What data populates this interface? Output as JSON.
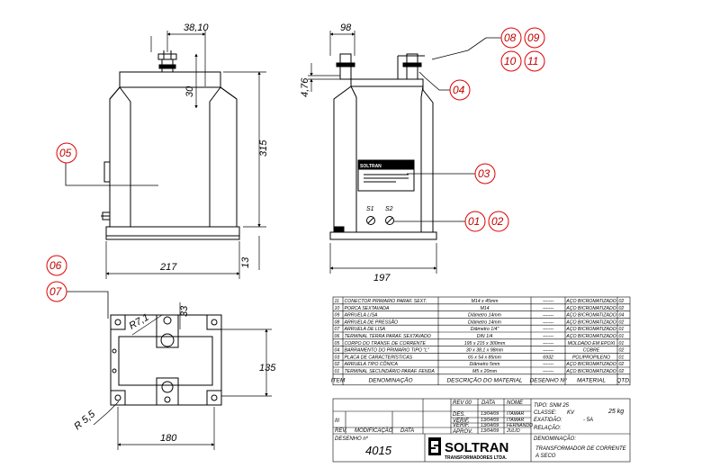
{
  "dimensions": {
    "front_width": "217",
    "front_height": "315",
    "front_terminal_offset": "38,10",
    "front_top": "30",
    "base_height": "13",
    "side_top": "98",
    "side_width": "197",
    "side_small": "4,76",
    "plan_depth": "135",
    "plan_width": "180",
    "radius_large": "R 5,5",
    "radius_small": "R7,1",
    "slot": "33"
  },
  "nameplate": {
    "brand": "SOLTRAN"
  },
  "terminals": {
    "s1": "S1",
    "s2": "S2"
  },
  "callouts": [
    "08",
    "09",
    "10",
    "11",
    "04",
    "05",
    "03",
    "01",
    "02",
    "06",
    "07"
  ],
  "parts_table": {
    "rows": [
      {
        "item": "11",
        "denom": "CONECTOR PRIMARIO PARAF. SEXT.",
        "desc": "M14 x 45mm",
        "drawing": "-------",
        "material": "AÇO BICROMATIZADO",
        "qty": "02"
      },
      {
        "item": "10",
        "denom": "PORCA SEXTAVADA",
        "desc": "M14",
        "drawing": "-------",
        "material": "AÇO BICROMATIZADO",
        "qty": "02"
      },
      {
        "item": "09",
        "denom": "ARRUELA LISA",
        "desc": "Diâmetro 14mm",
        "drawing": "-------",
        "material": "AÇO BICROMATIZADO",
        "qty": "04"
      },
      {
        "item": "08",
        "denom": "ARRUELA DE PRESSÃO",
        "desc": "Diâmetro 14mm",
        "drawing": "-------",
        "material": "AÇO BICROMATIZADO",
        "qty": "02"
      },
      {
        "item": "07",
        "denom": "ARRUELA DE LISA",
        "desc": "Diâmetro 1/4\"",
        "drawing": "-------",
        "material": "AÇO BICROMATIZADO",
        "qty": "01"
      },
      {
        "item": "06",
        "denom": "TERMINAL TERRA PARAF. SEXTAVADO",
        "desc": "DIN 1/4",
        "drawing": "-------",
        "material": "AÇO BICROMATIZADO",
        "qty": "01"
      },
      {
        "item": "05",
        "denom": "CORPO DO TRANSF. DE CORRENTE",
        "desc": "195 x 215 x 300mm",
        "drawing": "-------",
        "material": "MOLDADO EM EPOXI",
        "qty": "01"
      },
      {
        "item": "04",
        "denom": "BARRAMENTO DO PRIMARIO TIPO \"L\"",
        "desc": "30 x 38,1 x 98mm",
        "drawing": "-------",
        "material": "COBRE",
        "qty": "02"
      },
      {
        "item": "03",
        "denom": "PLACA DE CARACTERÍSTICAS",
        "desc": "65 x 54 x 85mm",
        "drawing": "6932",
        "material": "POLIPROPILENO",
        "qty": "01"
      },
      {
        "item": "02",
        "denom": "ARRUELA TIPO CÔNICA",
        "desc": "Diâmetro 5mm",
        "drawing": "-------",
        "material": "AÇO BICROMATIZADO",
        "qty": "02"
      },
      {
        "item": "01",
        "denom": "TERMINAL SECUNDÁRIO PARAF. FENDA",
        "desc": "M5 x 20mm",
        "drawing": "-------",
        "material": "AÇO BICROMATIZADO",
        "qty": "02"
      }
    ],
    "headers": {
      "item": "ITEM",
      "denom": "DENOMINAÇÃO",
      "desc": "DESCRIÇÃO DO MATERIAL",
      "drawing": "DESENHO Nº",
      "material": "MATERIAL",
      "qty": "QTD."
    }
  },
  "title_block": {
    "rev_label": "REV 00",
    "data_label": "DATA",
    "nome_label": "NOME",
    "des_label": "DES.",
    "des_date": "13/04/09",
    "des_name": "ITAMAR",
    "verif_label": "VERIF.",
    "verif_date": "13/04/09",
    "verif_name": "ITAMAR",
    "verif_row": "VERIF.",
    "verif2_date": "13/04/09",
    "verif2_name": "FERNANDO",
    "aprov_label": "APROV.",
    "aprov_date": "13/04/09",
    "aprov_name": "JULIO",
    "rev_col": "REV.",
    "modif_col": "MODIFICAÇÃO",
    "data_col": "DATA",
    "rev_mark": "III",
    "tipo_label": "TIPO: SNM 25",
    "classe_label": "CLASSE:",
    "classe_value": "KV",
    "weight": "25 kg",
    "exatidao_label": "EXATIDÃO:",
    "exatidao_value": "- 5A",
    "relacao_label": "RELAÇÃO:",
    "desenho_label": "DESENHO nº",
    "desenho_number": "4015",
    "company": "SOLTRAN",
    "company_sub": "TRANSFORMADORES LTDA.",
    "denom_label": "DENOMINAÇÃO:",
    "denom_value_1": "TRANSFORMADOR DE CORRENTE",
    "denom_value_2": "A SECO"
  }
}
